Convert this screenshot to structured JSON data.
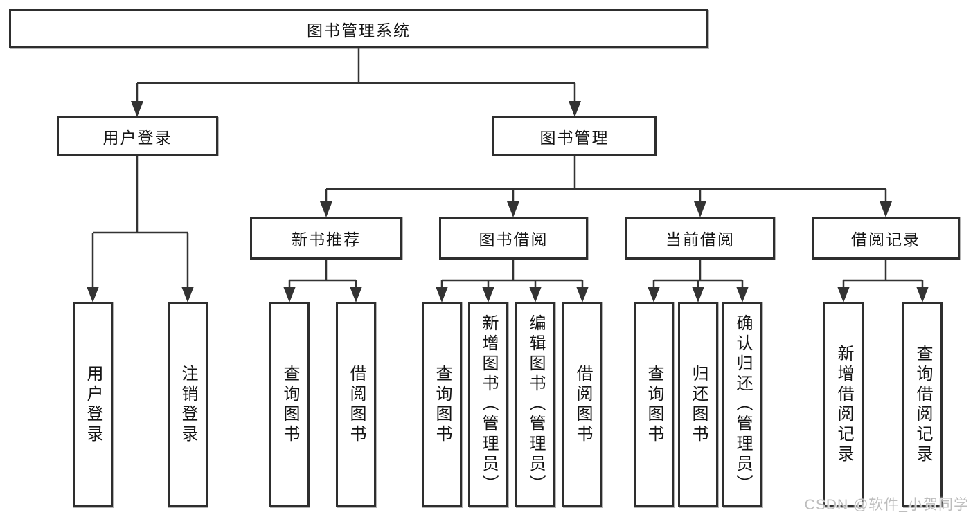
{
  "diagram": {
    "root": {
      "label": "图书管理系统"
    },
    "branches": [
      {
        "label": "用户登录",
        "children": [
          {
            "label": "用户登录"
          },
          {
            "label": "注销登录"
          }
        ]
      },
      {
        "label": "图书管理",
        "children": [
          {
            "label": "新书推荐",
            "children": [
              {
                "label": "查询图书"
              },
              {
                "label": "借阅图书"
              }
            ]
          },
          {
            "label": "图书借阅",
            "children": [
              {
                "label": "查询图书"
              },
              {
                "label": "新增图书（管理员）"
              },
              {
                "label": "编辑图书（管理员）"
              },
              {
                "label": "借阅图书"
              }
            ]
          },
          {
            "label": "当前借阅",
            "children": [
              {
                "label": "查询图书"
              },
              {
                "label": "归还图书"
              },
              {
                "label": "确认归还（管理员）"
              }
            ]
          },
          {
            "label": "借阅记录",
            "children": [
              {
                "label": "新增借阅记录"
              },
              {
                "label": "查询借阅记录"
              }
            ]
          }
        ]
      }
    ]
  },
  "watermark": {
    "text": "CSDN @软件_小贺同学"
  },
  "colors": {
    "line": "#333333",
    "box_border": "#2e2e2e",
    "text": "#141414",
    "background": "#ffffff",
    "watermark": "#bdbdbd"
  }
}
